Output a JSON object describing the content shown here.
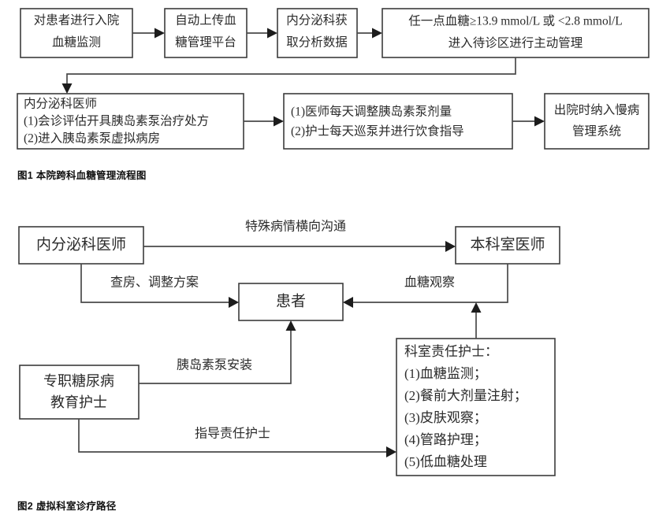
{
  "figure1": {
    "caption_number": "图1",
    "caption_text": "本院跨科血糖管理流程图",
    "nodes": [
      {
        "id": "f1n1",
        "lines": [
          "对患者进行入院",
          "血糖监测"
        ],
        "align": "center"
      },
      {
        "id": "f1n2",
        "lines": [
          "自动上传血",
          "糖管理平台"
        ],
        "align": "center"
      },
      {
        "id": "f1n3",
        "lines": [
          "内分泌科获",
          "取分析数据"
        ],
        "align": "center"
      },
      {
        "id": "f1n4",
        "lines": [
          "任一点血糖≥13.9 mmol/L 或 <2.8 mmol/L",
          "进入待诊区进行主动管理"
        ],
        "align": "center"
      },
      {
        "id": "f1n5",
        "lines": [
          "内分泌科医师",
          "(1)会诊评估开具胰岛素泵治疗处方",
          "(2)进入胰岛素泵虚拟病房"
        ],
        "align": "left"
      },
      {
        "id": "f1n6",
        "lines": [
          "(1)医师每天调整胰岛素泵剂量",
          "(2)护士每天巡泵并进行饮食指导"
        ],
        "align": "left"
      },
      {
        "id": "f1n7",
        "lines": [
          "出院时纳入慢病",
          "管理系统"
        ],
        "align": "center"
      }
    ],
    "edges": [
      {
        "from": "f1n1",
        "to": "f1n2",
        "label": ""
      },
      {
        "from": "f1n2",
        "to": "f1n3",
        "label": ""
      },
      {
        "from": "f1n3",
        "to": "f1n4",
        "label": ""
      },
      {
        "from": "f1n4",
        "to": "f1n5",
        "label": ""
      },
      {
        "from": "f1n5",
        "to": "f1n6",
        "label": ""
      },
      {
        "from": "f1n6",
        "to": "f1n7",
        "label": ""
      }
    ]
  },
  "figure2": {
    "caption_number": "图2",
    "caption_text": "虚拟科室诊疗路径",
    "nodes": [
      {
        "id": "f2n1",
        "lines": [
          "内分泌科医师"
        ],
        "align": "center"
      },
      {
        "id": "f2n2",
        "lines": [
          "本科室医师"
        ],
        "align": "center"
      },
      {
        "id": "f2n3",
        "lines": [
          "患者"
        ],
        "align": "center"
      },
      {
        "id": "f2n4",
        "lines": [
          "专职糖尿病",
          "教育护士"
        ],
        "align": "center"
      },
      {
        "id": "f2n5",
        "lines": [
          "科室责任护士：",
          "(1)血糖监测；",
          "(2)餐前大剂量注射；",
          "(3)皮肤观察；",
          "(4)管路护理；",
          "(5)低血糖处理"
        ],
        "align": "left"
      }
    ],
    "edges": [
      {
        "from": "f2n1",
        "to": "f2n2",
        "label": "特殊病情横向沟通"
      },
      {
        "from": "f2n1",
        "to": "f2n3",
        "label": "查房、调整方案"
      },
      {
        "from": "f2n2",
        "to": "f2n3",
        "label": "血糖观察"
      },
      {
        "from": "f2n4",
        "to": "f2n3",
        "label": "胰岛素泵安装"
      },
      {
        "from": "f2n4",
        "to": "f2n5",
        "label": "指导责任护士"
      },
      {
        "from": "f2n5",
        "to": "f2n2",
        "label": ""
      }
    ]
  },
  "colors": {
    "box_border": "#3c3c3c",
    "edge": "#4a4a4a",
    "text": "#2b2b2b",
    "background": "#ffffff"
  }
}
